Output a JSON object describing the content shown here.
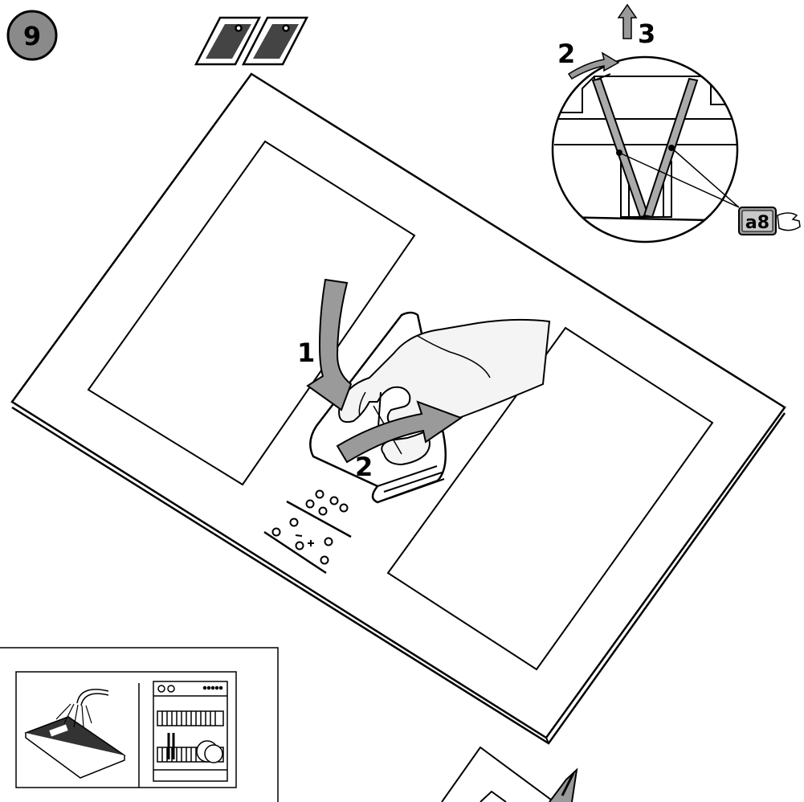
{
  "step": {
    "number": "9"
  },
  "arrows": {
    "press_down": "1",
    "rotate_main": "2",
    "rotate_detail": "2",
    "lift_up": "3"
  },
  "tool_badge": {
    "code": "a8"
  }
}
